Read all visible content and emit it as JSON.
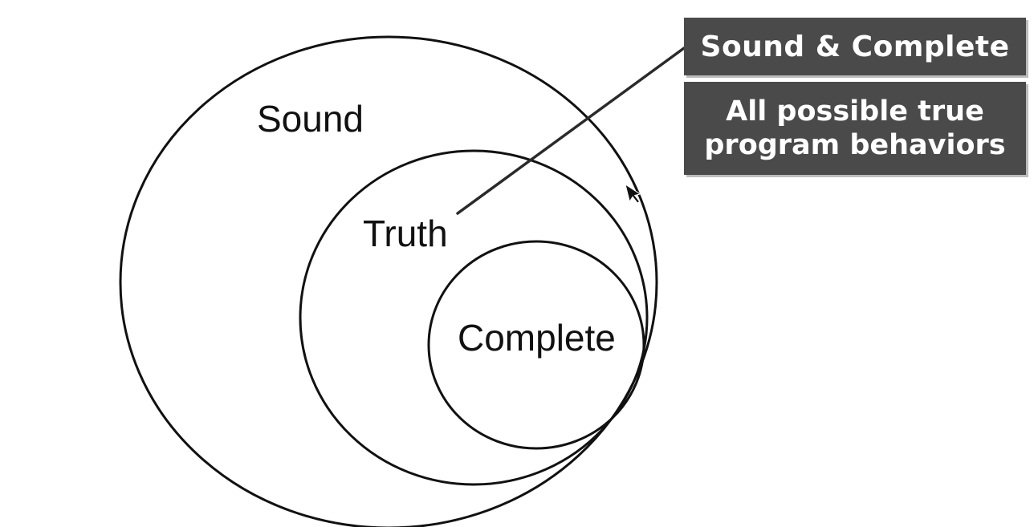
{
  "diagram": {
    "labels": {
      "sound": "Sound",
      "truth": "Truth",
      "complete": "Complete"
    },
    "callout": {
      "title": "Sound & Complete",
      "description_line1": "All possible true",
      "description_line2": "program behaviors"
    },
    "colors": {
      "stroke": "#111111",
      "callout_background": "#4a4a4a",
      "callout_text": "#ffffff"
    }
  }
}
